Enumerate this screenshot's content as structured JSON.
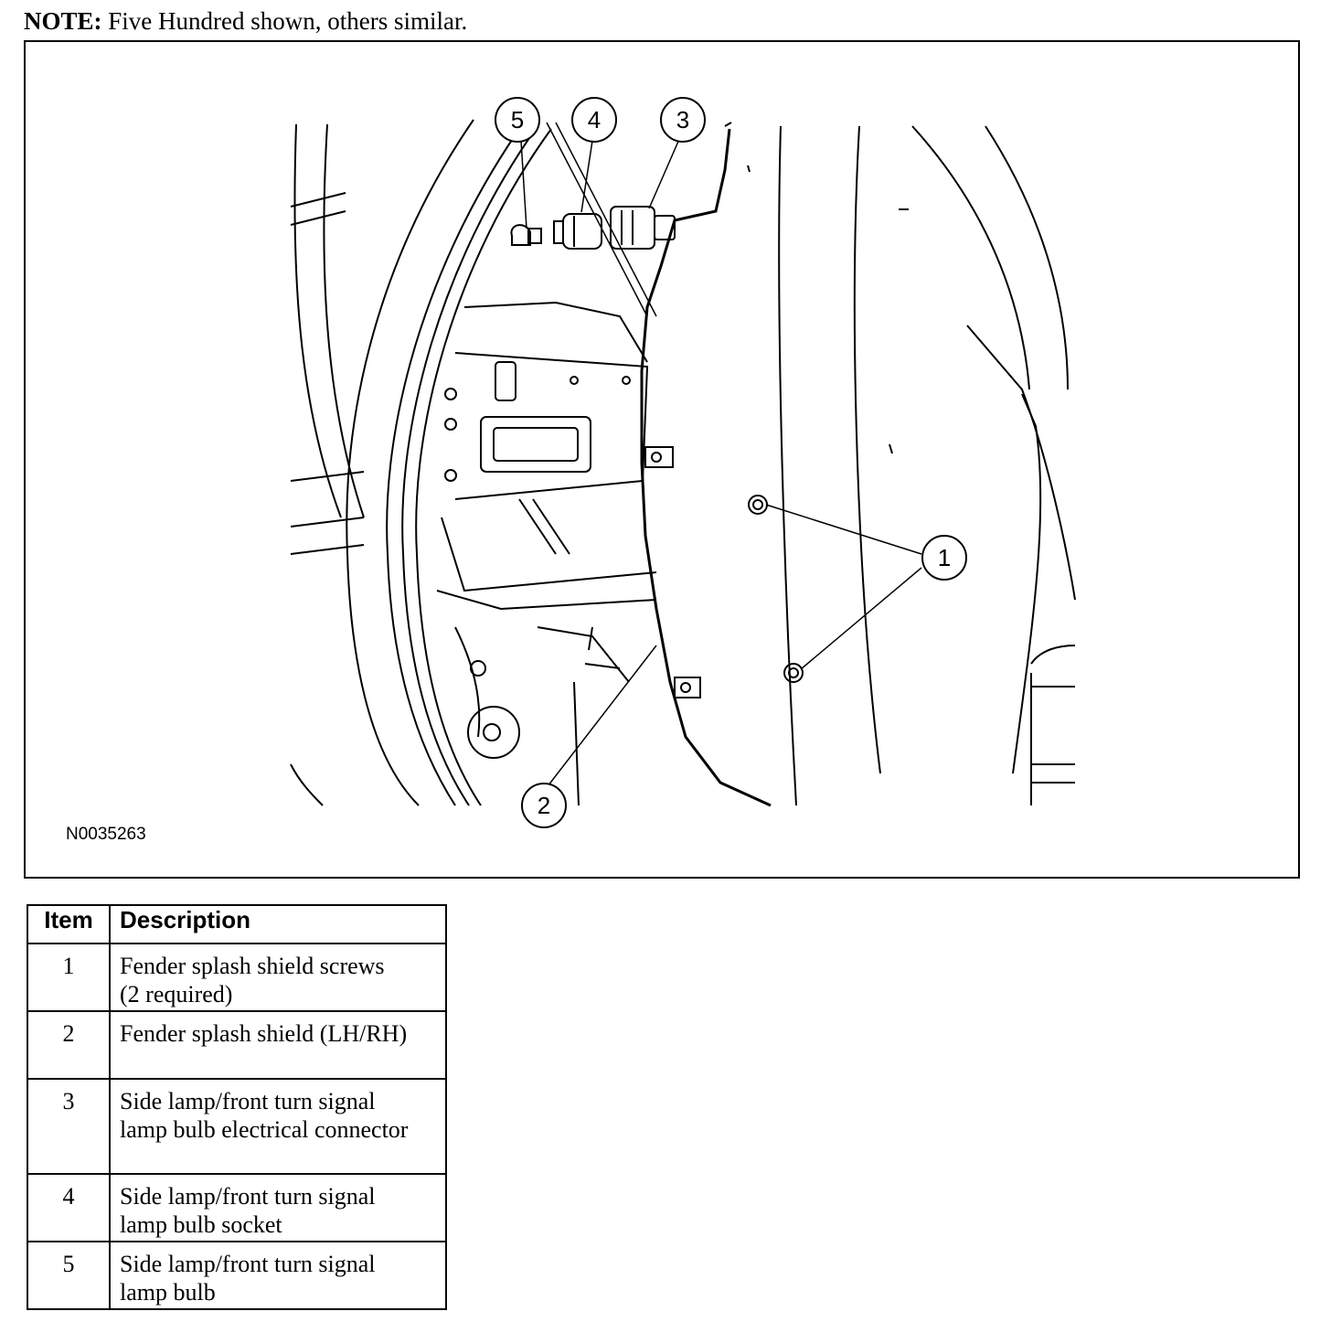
{
  "note": {
    "label": "NOTE:",
    "text": " Five Hundred shown, others similar."
  },
  "figure": {
    "id": "N0035263",
    "callouts": [
      "1",
      "2",
      "3",
      "4",
      "5"
    ]
  },
  "legend": {
    "headers": {
      "item": "Item",
      "description": "Description"
    },
    "rows": [
      {
        "item": "1",
        "description_lines": [
          "Fender splash shield screws",
          "(2 required)"
        ]
      },
      {
        "item": "2",
        "description_lines": [
          "Fender splash shield (LH/RH)"
        ]
      },
      {
        "item": "3",
        "description_lines": [
          "Side lamp/front turn signal",
          "lamp bulb electrical connector"
        ]
      },
      {
        "item": "4",
        "description_lines": [
          "Side lamp/front turn signal",
          "lamp bulb socket"
        ]
      },
      {
        "item": "5",
        "description_lines": [
          "Side lamp/front turn signal",
          "lamp bulb"
        ]
      }
    ]
  }
}
